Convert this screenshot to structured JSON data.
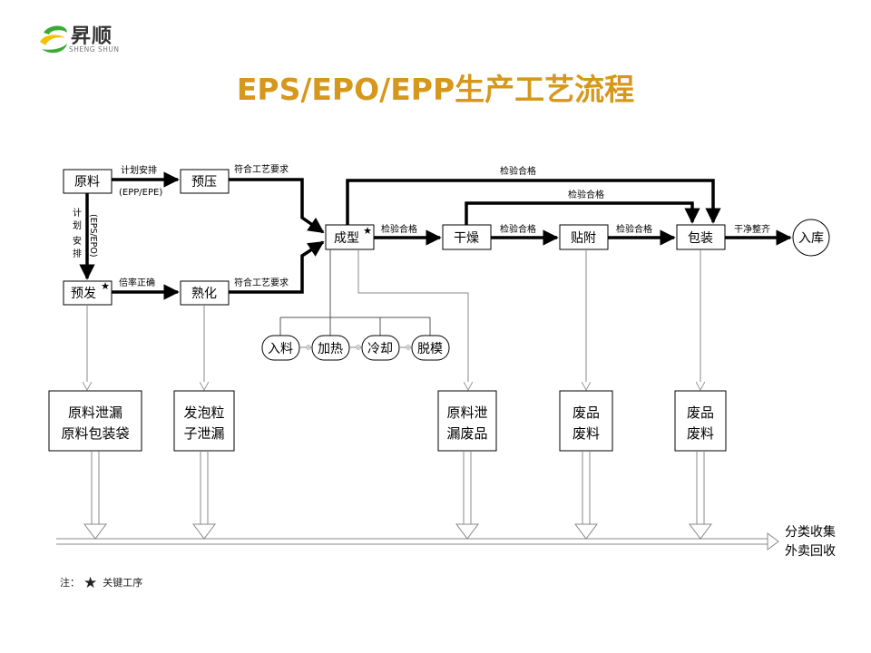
{
  "header": {
    "logo_text": "昇顺",
    "logo_sub": "SHENG SHUN",
    "title": "EPS/EPO/EPP生产工艺流程"
  },
  "colors": {
    "title": "#d6981c",
    "logo_green": "#3aaa35",
    "logo_yellow": "#f2c200"
  },
  "nodes": {
    "raw": "原料",
    "prepress": "预压",
    "preexpand": "预发",
    "aging": "熟化",
    "molding": "成型",
    "drying": "干燥",
    "attach": "贴附",
    "package": "包装",
    "storage": "入库"
  },
  "substeps": [
    "入料",
    "加热",
    "冷却",
    "脱模"
  ],
  "edges": {
    "plan_arrange": "计划安排",
    "plan_epp_epe": "(EPP/EPE)",
    "plan_v1": "计",
    "plan_v2": "划",
    "plan_v3": "安",
    "plan_v4": "排",
    "plan_eps_epo": "(EPS/EPO)",
    "ratio_correct": "倍率正确",
    "meets_process_1": "符合工艺要求",
    "meets_process_2": "符合工艺要求",
    "inspect_1": "检验合格",
    "inspect_2": "检验合格",
    "inspect_3": "检验合格",
    "inspect_top": "检验合格",
    "inspect_mid": "检验合格",
    "clean_tidy": "干净整齐"
  },
  "waste": {
    "w1_line1": "原料泄漏",
    "w1_line2": "原料包装袋",
    "w2_line1": "发泡粒",
    "w2_line2": "子泄漏",
    "w3_line1": "原料泄",
    "w3_line2": "漏废品",
    "w4_line1": "废品",
    "w4_line2": "废料",
    "w5_line1": "废品",
    "w5_line2": "废料"
  },
  "recycle": {
    "line1": "分类收集",
    "line2": "外卖回收"
  },
  "note": {
    "prefix": "注：",
    "star": "★",
    "text": "关键工序"
  }
}
